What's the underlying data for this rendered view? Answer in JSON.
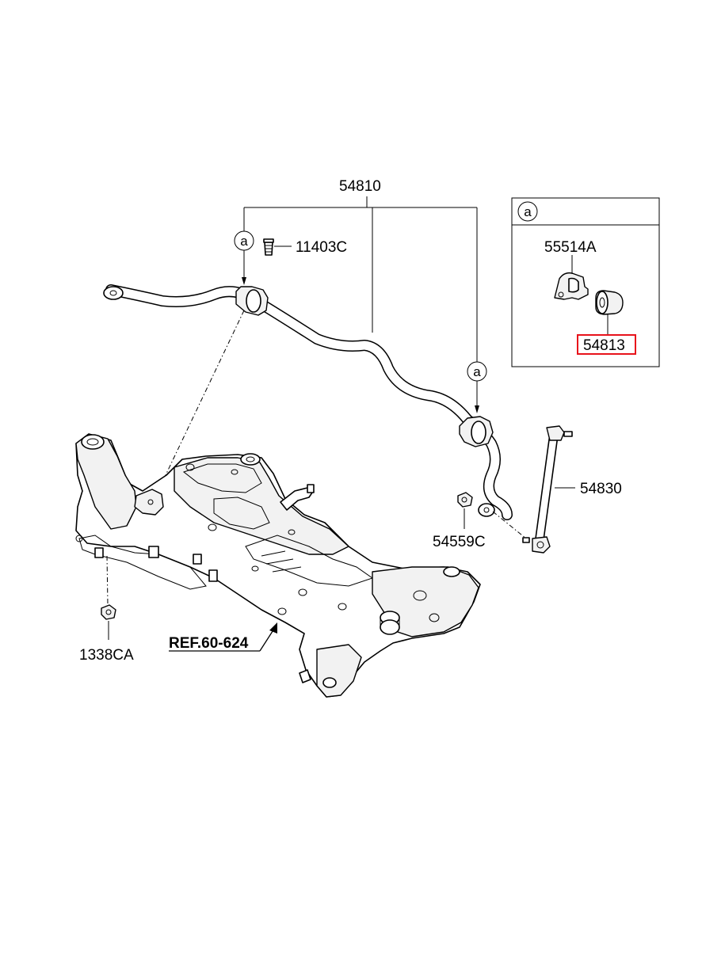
{
  "diagram": {
    "parts": {
      "stabilizer_bar": "54810",
      "bolt": "11403C",
      "bracket": "55514A",
      "bushing": "54813",
      "link": "54830",
      "nut": "54559C",
      "mount_nut": "1338CA"
    },
    "reference": "REF.60-624",
    "detail_marker": "a",
    "highlight_color": "#e8121b"
  }
}
